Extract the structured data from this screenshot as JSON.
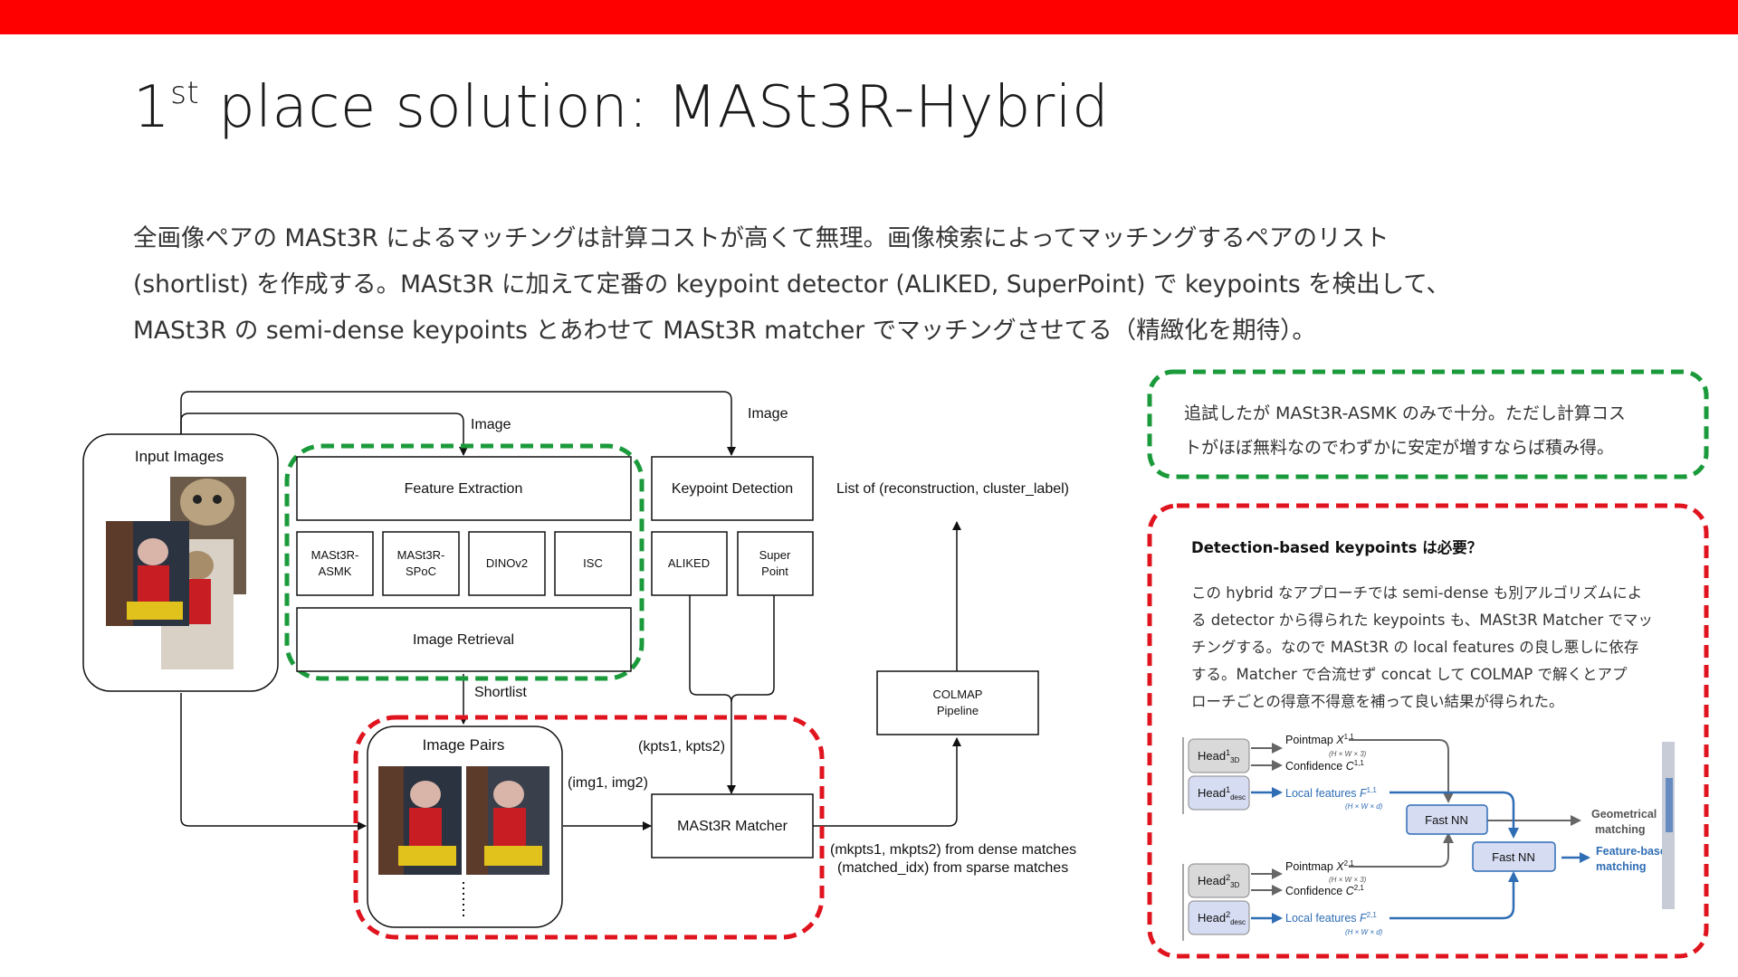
{
  "slide": {
    "title_main": "1",
    "title_sup": "st",
    "title_rest": " place solution: MASt3R-Hybrid",
    "accent_color": "#ff0000",
    "description_lines": [
      "全画像ペアの MASt3R によるマッチングは計算コストが高くて無理。画像検索によってマッチングするペアのリスト",
      "(shortlist) を作成する。MASt3R に加えて定番の keypoint detector (ALIKED, SuperPoint) で keypoints を検出して、",
      "MASt3R の semi-dense keypoints とあわせて MASt3R matcher でマッチングさせてる（精緻化を期待）。"
    ]
  },
  "diagram": {
    "input_images": "Input Images",
    "image_label_1": "Image",
    "image_label_2": "Image",
    "feature_extraction": "Feature Extraction",
    "extractors": [
      "MASt3R-\nASMK",
      "MASt3R-\nSPoC",
      "DINOv2",
      "ISC"
    ],
    "image_retrieval": "Image Retrieval",
    "shortlist": "Shortlist",
    "keypoint_detection": "Keypoint Detection",
    "detectors": [
      "ALIKED",
      "Super\nPoint"
    ],
    "list_of": "List of (reconstruction, cluster_label)",
    "colmap": "COLMAP\nPipeline",
    "image_pairs": "Image Pairs",
    "kpts": "(kpts1, kpts2)",
    "img": "(img1, img2)",
    "matcher": "MASt3R Matcher",
    "dense_line1": "(mkpts1, mkpts2) from dense matches",
    "dense_line2": "(matched_idx) from sparse matches",
    "green_color": "#1a9a3a",
    "red_color": "#e0141e"
  },
  "note": {
    "lines": [
      "追試したが MASt3R-ASMK のみで十分。ただし計算コス",
      "トがほぼ無料なのでわずかに安定が増すならば積み得。"
    ]
  },
  "question": {
    "title": "Detection-based keypoints は必要？",
    "body_lines": [
      "この hybrid なアプローチでは semi-dense も別アルゴリズムによ",
      "る detector から得られた keypoints も、MASt3R Matcher でマッ",
      "チングする。なので MASt3R の local features の良し悪しに依存",
      "する。Matcher で合流せず concat して COLMAP で解くとアプ",
      "ローチごとの得意不得意を補って良い結果が得られた。"
    ]
  },
  "figure": {
    "head3d_1": "Head",
    "head3d_1_sup": "1",
    "head3d_1_sub": "3D",
    "headdesc_1": "Head",
    "headdesc_1_sup": "1",
    "headdesc_1_sub": "desc",
    "head3d_2": "Head",
    "head3d_2_sup": "2",
    "head3d_2_sub": "3D",
    "headdesc_2": "Head",
    "headdesc_2_sup": "2",
    "headdesc_2_sub": "desc",
    "pointmap_1": "Pointmap X",
    "pointmap_1_sup": "1,1",
    "pointmap_1_dim": "(H × W × 3)",
    "confidence_1": "Confidence C",
    "confidence_1_sup": "1,1",
    "local_1": "Local features F",
    "local_1_sup": "1,1",
    "local_1_dim": "(H × W × d)",
    "pointmap_2": "Pointmap X",
    "pointmap_2_sup": "2,1",
    "pointmap_2_dim": "(H × W × 3)",
    "confidence_2": "Confidence C",
    "confidence_2_sup": "2,1",
    "local_2": "Local features F",
    "local_2_sup": "2,1",
    "local_2_dim": "(H × W × d)",
    "fast_nn_1": "Fast NN",
    "fast_nn_2": "Fast NN",
    "geometrical": "Geometrical\nmatching",
    "feature_based": "Feature-based\nmatching",
    "blue_color": "#2f6db5"
  }
}
